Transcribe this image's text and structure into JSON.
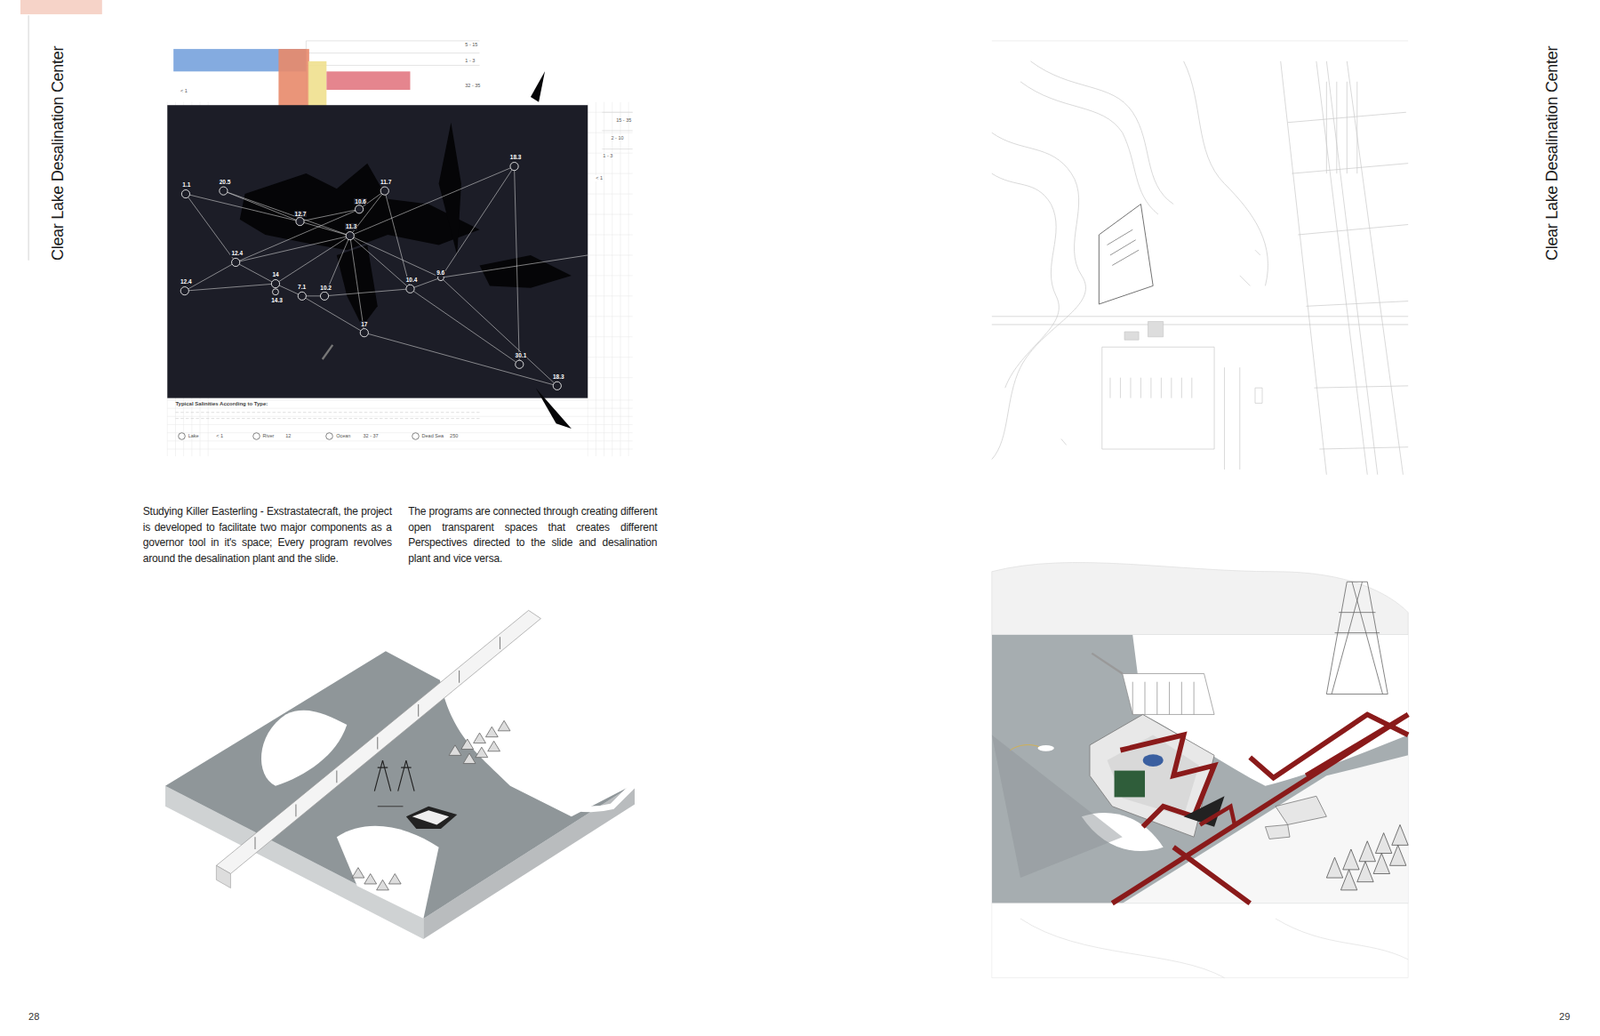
{
  "diagram": {
    "labels": [
      "Clear Lake Desalination Center",
      "Clear Lake Desalination Center",
      "Studying Killer Easterling - Exstrastatecraft, the project is developed to facilitate two major components as a governor tool in it's space; Every program revolves around the desalination plant and the slide.",
      "The programs are connected through creating different open transparent spaces that creates different Perspectives directed to the slide and desalination plant and vice versa.",
      "28",
      "29",
      "Typical Salinities According to Type:",
      "1.1",
      "20.5",
      "11.7",
      "10.6",
      "12.7",
      "11.3",
      "12.4",
      "14",
      "7.1",
      "10.2",
      "14.3",
      "12.4",
      "10.4",
      "9.6",
      "18.3",
      "17",
      "30.1",
      "18.3",
      "< 1",
      "12",
      "32 - 37",
      "250",
      "5 - 15",
      "1 - 3",
      "32 - 35",
      "< 1",
      "15 - 35",
      "2 - 10",
      "1 - 3",
      "< 1"
    ],
    "legend": [
      {
        "text": "Lake"
      },
      {
        "text": "River"
      },
      {
        "text": "Ocean"
      },
      {
        "text": "Dead Sea"
      }
    ]
  }
}
